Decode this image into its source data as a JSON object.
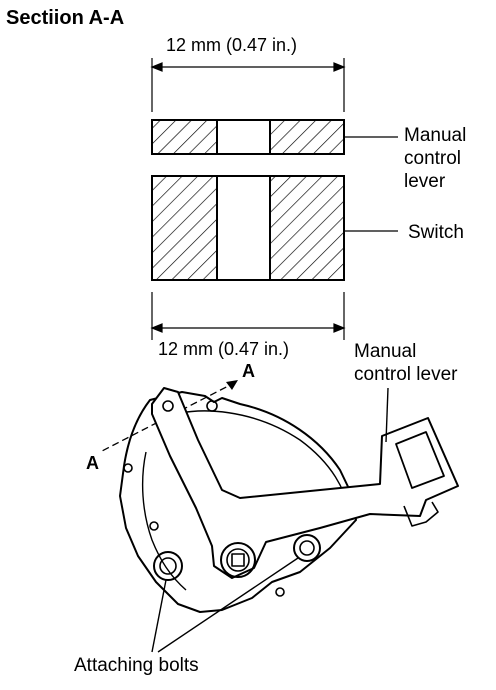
{
  "title": "Sectiion A-A",
  "section_view": {
    "top_dimension": "12 mm (0.47 in.)",
    "bottom_dimension": "12 mm (0.47 in.)",
    "lever_label_line1": "Manual",
    "lever_label_line2": "control",
    "lever_label_line3": "lever",
    "switch_label": "Switch"
  },
  "assembly_view": {
    "section_marker_top": "A",
    "section_marker_left": "A",
    "lever_label_line1": "Manual",
    "lever_label_line2": "control lever",
    "bolts_label": "Attaching bolts"
  }
}
